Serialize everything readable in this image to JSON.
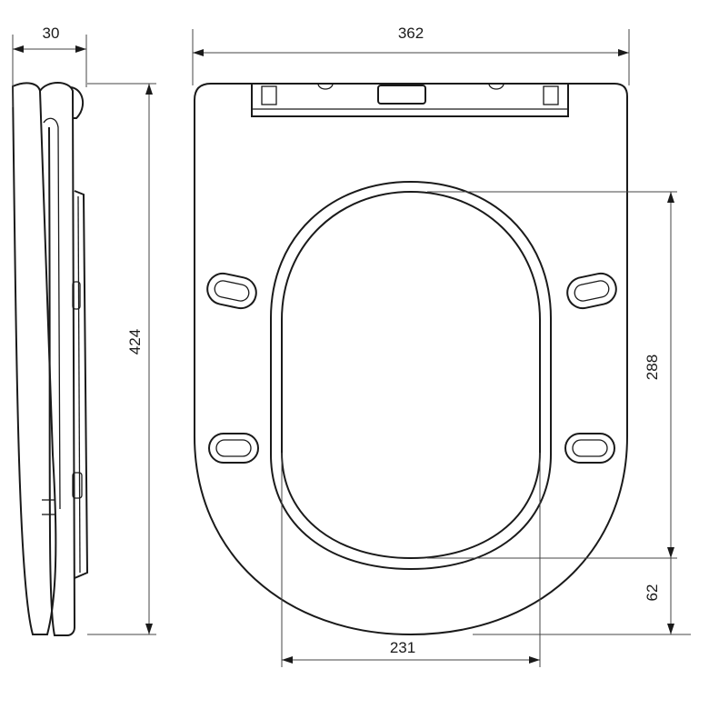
{
  "drawing": {
    "dimensions": {
      "side_depth": "30",
      "overall_width": "362",
      "overall_length": "424",
      "opening_length": "288",
      "front_margin": "62",
      "opening_width": "231"
    }
  }
}
